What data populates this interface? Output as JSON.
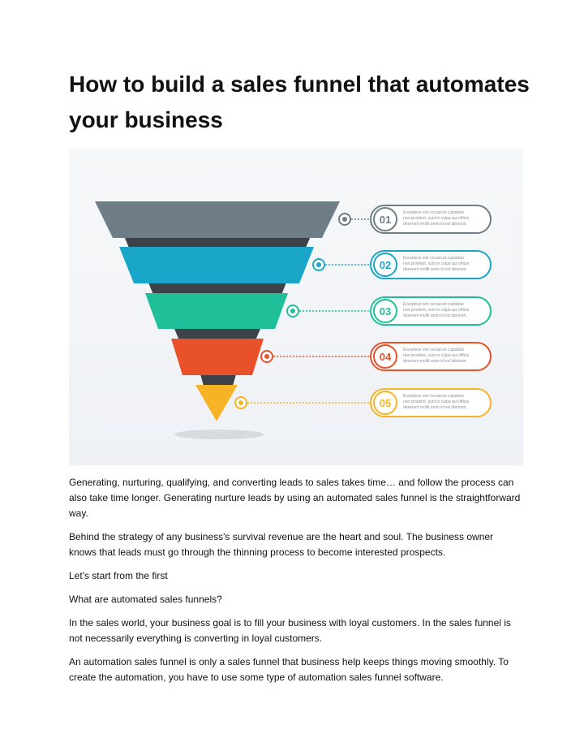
{
  "article": {
    "title_line1": "How to build a sales funnel that automates",
    "title_line2": "your business"
  },
  "funnel": {
    "steps": [
      {
        "number": "01",
        "color": "#6f7d86",
        "text_line1": "Excepteur sint occaecat cupidatat",
        "text_line2": "non proident, sunt in culpa qui officia",
        "text_line3": "deserunt mollit anim id est laborum."
      },
      {
        "number": "02",
        "color": "#1aa6c8",
        "text_line1": "Excepteur sint occaecat cupidatat",
        "text_line2": "non proident, sunt in culpa qui officia",
        "text_line3": "deserunt mollit anim id est laborum."
      },
      {
        "number": "03",
        "color": "#1fbf9a",
        "text_line1": "Excepteur sint occaecat cupidatat",
        "text_line2": "non proident, sunt in culpa qui officia",
        "text_line3": "deserunt mollit anim id est laborum."
      },
      {
        "number": "04",
        "color": "#e8512a",
        "text_line1": "Excepteur sint occaecat cupidatat",
        "text_line2": "non proident, sunt in culpa qui officia",
        "text_line3": "deserunt mollit anim id est laborum."
      },
      {
        "number": "05",
        "color": "#f6b325",
        "text_line1": "Excepteur sint occaecat cupidatat",
        "text_line2": "non proident, sunt in culpa qui officia",
        "text_line3": "deserunt mollit anim id est laborum."
      }
    ],
    "divider_color": "#3c4248"
  },
  "paragraphs": [
    "Generating, nurturing, qualifying, and converting leads to sales takes time… and follow the process can also take time longer. Generating nurture leads by using an automated sales funnel is the straightforward way.",
    "Behind the strategy of any business's survival revenue are the heart and soul. The business owner knows that leads must go through the thinning process to become interested prospects.",
    "Let's start from the first",
    "What are automated sales funnels?",
    "In the sales world, your business goal is to fill your business with loyal customers.  In the sales funnel is not necessarily everything is converting in loyal customers.",
    "An automation sales funnel is only a sales funnel that business help keeps things moving smoothly. To create the automation, you have to use some type of automation sales funnel software."
  ]
}
